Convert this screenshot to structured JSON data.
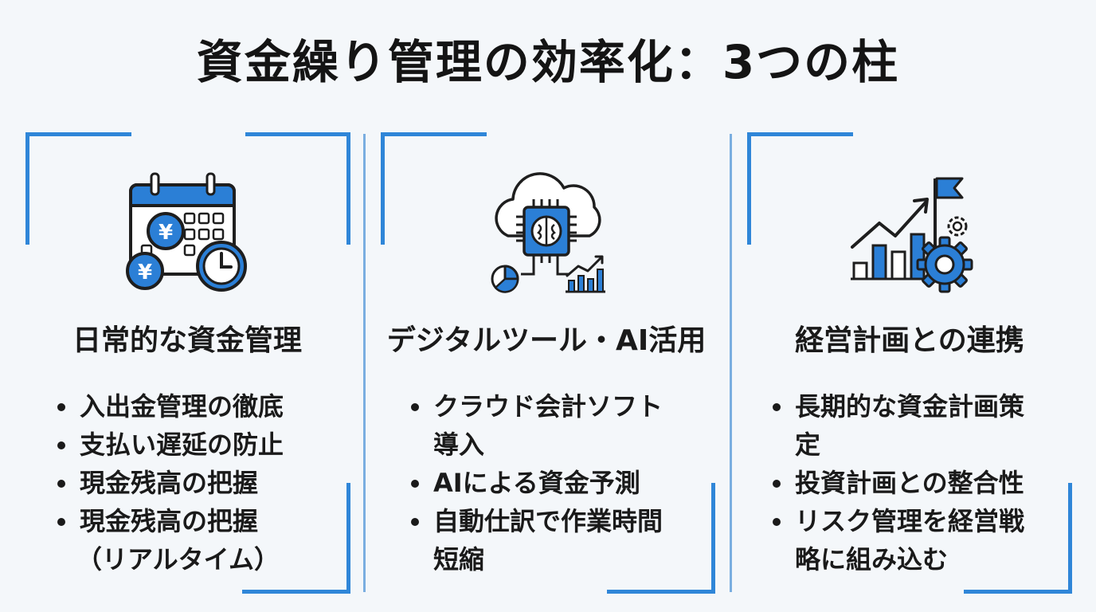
{
  "title": "資金繰り管理の効率化：3つの柱",
  "columns": [
    {
      "heading": "日常的な資金管理",
      "icon": "calendar-yen-clock-icon",
      "items": [
        "入出金管理の徹底",
        "支払い遅延の防止",
        "現金残高の把握",
        "現金残高の把握",
        "（リアルタイム）"
      ]
    },
    {
      "heading": "デジタルツール・AI活用",
      "icon": "cloud-ai-chip-icon",
      "items": [
        "クラウド会計ソフト",
        "導入",
        "AIによる資金予測",
        "自動仕訳で作業時間",
        "短縮"
      ]
    },
    {
      "heading": "経営計画との連携",
      "icon": "growth-chart-flag-gear-icon",
      "items": [
        "長期的な資金計画策",
        "定",
        "投資計画との整合性",
        "リスク管理を経営戦",
        "略に組み込む"
      ]
    }
  ],
  "colors": {
    "accent": "#2f86d8",
    "icon_fill": "#2b7fd6",
    "divider": "#7aaee0",
    "background": "#f4f7fa",
    "text": "#1a1a1a"
  }
}
